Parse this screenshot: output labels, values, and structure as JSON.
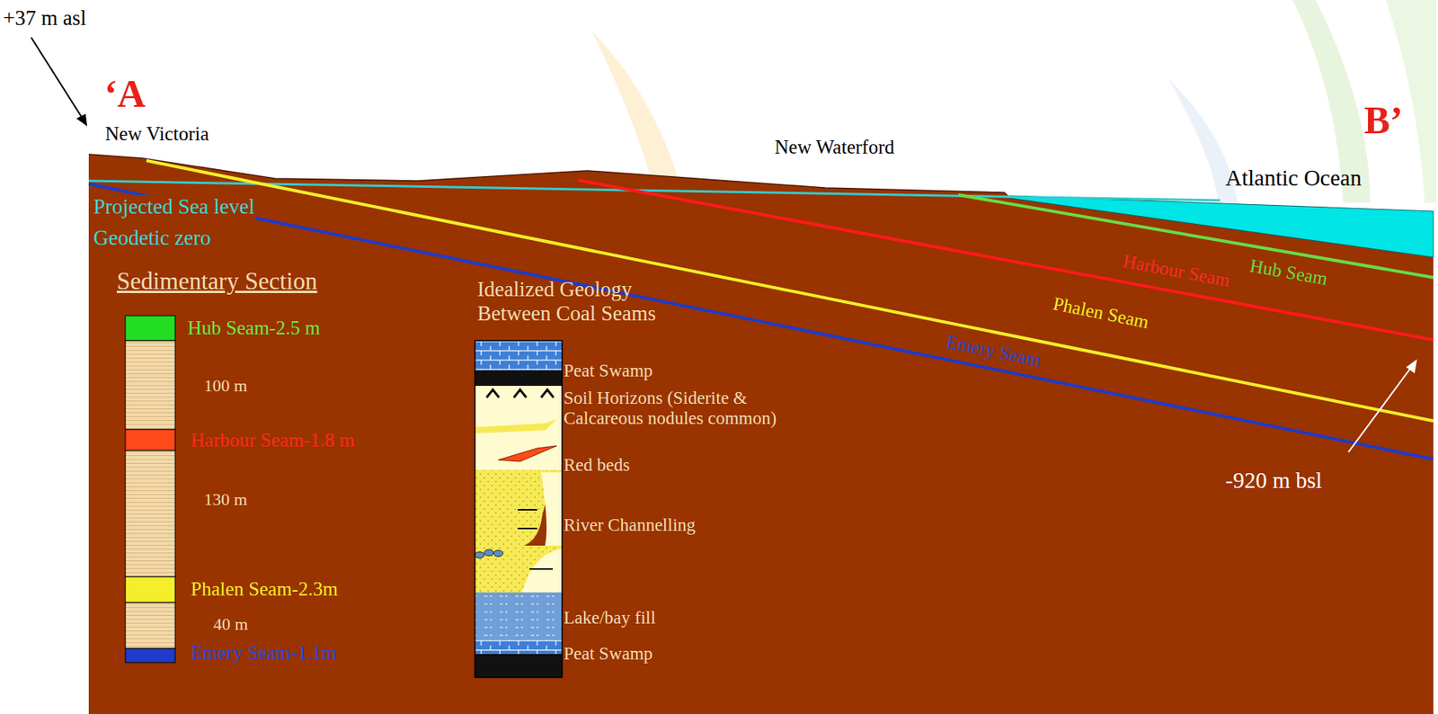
{
  "diagram": {
    "labels": [
      "+37 m asl",
      "‘A",
      "New Victoria",
      "New Waterford",
      "B’",
      "Atlantic Ocean",
      "Projected Sea level",
      "Geodetic zero",
      "Hub Seam",
      "Harbour Seam",
      "Phalen Seam",
      "Emery Seam",
      "-920 m bsl",
      "Sedimentary Section",
      "Hub Seam-2.5 m",
      "100 m",
      "Harbour Seam-1.8 m",
      "130 m",
      "Phalen Seam-2.3m",
      "40 m",
      "Emery Seam-1.1m",
      "Idealized Geology Between Coal Seams",
      "Peat Swamp",
      "Soil Horizons (Siderite & Calcareous nodules common)",
      "Red beds",
      "River Channelling",
      "Lake/bay fill",
      "Peat Swamp"
    ]
  }
}
